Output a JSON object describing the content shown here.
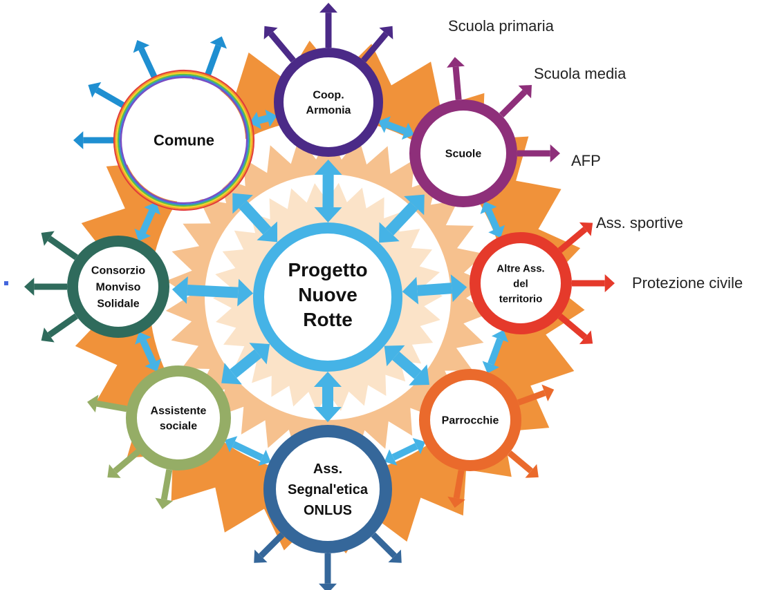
{
  "center": {
    "lines": [
      "Progetto",
      "Nuove",
      "Rotte"
    ]
  },
  "nodes": [
    {
      "id": "comune",
      "lines": [
        "Comune"
      ],
      "color": "#f2a24a"
    },
    {
      "id": "coop-armonia",
      "lines": [
        "Coop.",
        "Armonia"
      ],
      "color": "#4b2a87"
    },
    {
      "id": "scuole",
      "lines": [
        "Scuole"
      ],
      "color": "#8e2f7a"
    },
    {
      "id": "altre-ass",
      "lines": [
        "Altre Ass.",
        "del",
        "territorio"
      ],
      "color": "#e53a2b"
    },
    {
      "id": "parrocchie",
      "lines": [
        "Parrocchie"
      ],
      "color": "#ea6a2c"
    },
    {
      "id": "segnaletica",
      "lines": [
        "Ass.",
        "Segnal'etica",
        "ONLUS"
      ],
      "color": "#35679a"
    },
    {
      "id": "assistente",
      "lines": [
        "Assistente",
        "sociale"
      ],
      "color": "#95ad66"
    },
    {
      "id": "consorzio",
      "lines": [
        "Consorzio",
        "Monviso",
        "Solidale"
      ],
      "color": "#2f6b5c"
    }
  ],
  "external_labels": [
    {
      "id": "scuola-primaria",
      "text": "Scuola primaria"
    },
    {
      "id": "scuola-media",
      "text": "Scuola media"
    },
    {
      "id": "afp",
      "text": "AFP"
    },
    {
      "id": "ass-sportive",
      "text": "Ass. sportive"
    },
    {
      "id": "protezione-civile",
      "text": "Protezione civile"
    }
  ],
  "colors": {
    "hub_arrow": "#45b3e6",
    "sunburst_outer": "#f0923a",
    "sunburst_inner": "#f6c18e",
    "sunburst_core": "#fbe3c8",
    "comune_arrows": "#1f8fd1"
  }
}
